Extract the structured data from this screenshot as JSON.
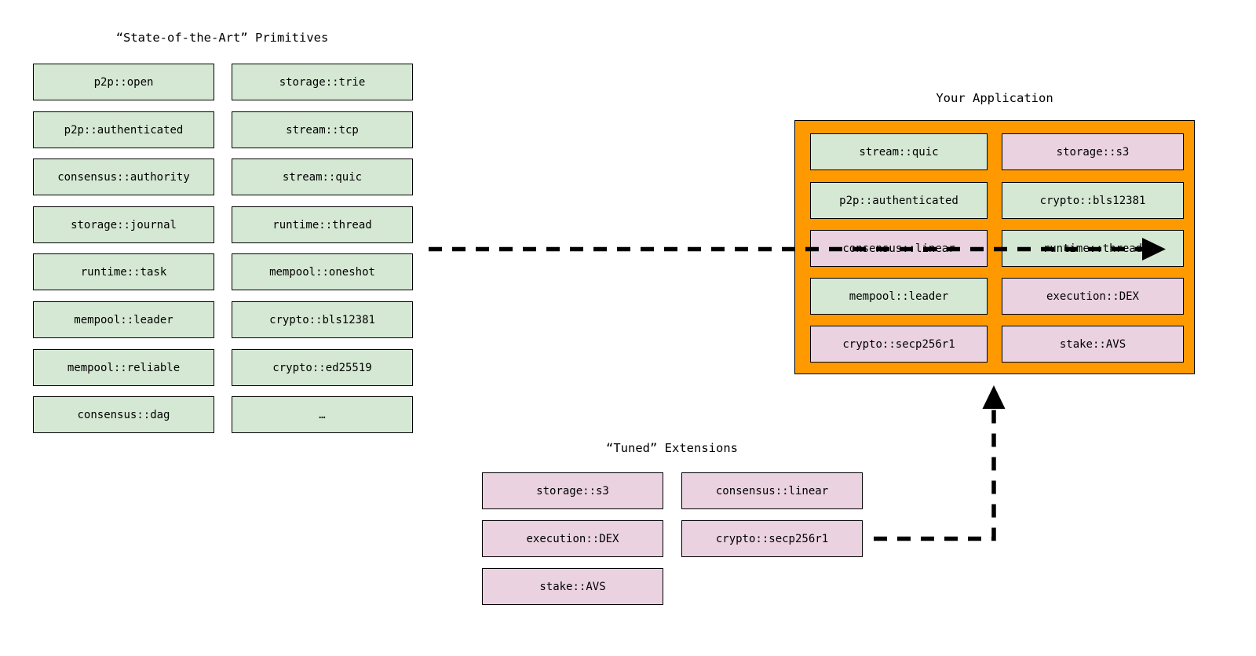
{
  "diagram": {
    "type": "architecture-diagram",
    "background_color": "#ffffff",
    "palette": {
      "primitive_green": "#d5e8d4",
      "extension_pink": "#ead2e0",
      "application_orange": "#ff9900",
      "stroke": "#000000"
    }
  },
  "primitives_section": {
    "title": "“State-of-the-Art” Primitives",
    "column_left": [
      {
        "label": "p2p::open",
        "kind": "primitive"
      },
      {
        "label": "p2p::authenticated",
        "kind": "primitive"
      },
      {
        "label": "consensus::authority",
        "kind": "primitive"
      },
      {
        "label": "storage::journal",
        "kind": "primitive"
      },
      {
        "label": "runtime::task",
        "kind": "primitive"
      },
      {
        "label": "mempool::leader",
        "kind": "primitive"
      },
      {
        "label": "mempool::reliable",
        "kind": "primitive"
      },
      {
        "label": "consensus::dag",
        "kind": "primitive"
      }
    ],
    "column_right": [
      {
        "label": "storage::trie",
        "kind": "primitive"
      },
      {
        "label": "stream::tcp",
        "kind": "primitive"
      },
      {
        "label": "stream::quic",
        "kind": "primitive"
      },
      {
        "label": "runtime::thread",
        "kind": "primitive"
      },
      {
        "label": "mempool::oneshot",
        "kind": "primitive"
      },
      {
        "label": "crypto::bls12381",
        "kind": "primitive"
      },
      {
        "label": "crypto::ed25519",
        "kind": "primitive"
      },
      {
        "label": "…",
        "kind": "primitive"
      }
    ]
  },
  "extensions_section": {
    "title": "“Tuned” Extensions",
    "column_left": [
      {
        "label": "storage::s3",
        "kind": "extension"
      },
      {
        "label": "execution::DEX",
        "kind": "extension"
      },
      {
        "label": "stake::AVS",
        "kind": "extension"
      }
    ],
    "column_right": [
      {
        "label": "consensus::linear",
        "kind": "extension"
      },
      {
        "label": "crypto::secp256r1",
        "kind": "extension"
      }
    ]
  },
  "application_section": {
    "title": "Your Application",
    "column_left": [
      {
        "label": "stream::quic",
        "kind": "primitive"
      },
      {
        "label": "p2p::authenticated",
        "kind": "primitive"
      },
      {
        "label": "consensus::linear",
        "kind": "extension"
      },
      {
        "label": "mempool::leader",
        "kind": "primitive"
      },
      {
        "label": "crypto::secp256r1",
        "kind": "extension"
      }
    ],
    "column_right": [
      {
        "label": "storage::s3",
        "kind": "extension"
      },
      {
        "label": "crypto::bls12381",
        "kind": "primitive"
      },
      {
        "label": "runtime::thread",
        "kind": "primitive"
      },
      {
        "label": "execution::DEX",
        "kind": "extension"
      },
      {
        "label": "stake::AVS",
        "kind": "extension"
      }
    ]
  },
  "connectors": [
    {
      "name": "primitives-to-application",
      "style": "dashed",
      "direction": "right",
      "from": "primitives_section",
      "to": "application_section"
    },
    {
      "name": "extensions-to-application",
      "style": "dashed",
      "direction": "up",
      "from": "extensions_section",
      "to": "application_section"
    }
  ]
}
